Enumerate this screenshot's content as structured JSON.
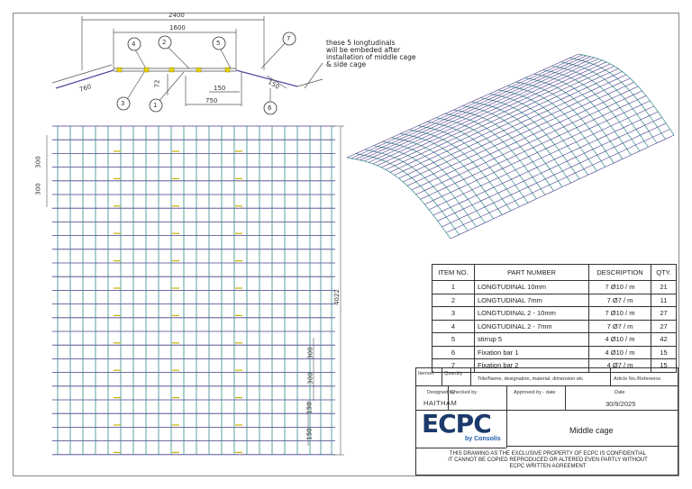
{
  "top_view": {
    "dims": {
      "overall": "2400",
      "middle": "1600",
      "left_wing": "760",
      "height": "72",
      "offset_a": "150",
      "offset_b": "750",
      "right_wing": "150"
    },
    "balloons": [
      "4",
      "2",
      "5",
      "7",
      "3",
      "1",
      "6"
    ],
    "note_lines": [
      "these 5 longtudinals",
      "will be embeded after",
      "installation of middle cage",
      "& side cage"
    ]
  },
  "front_view": {
    "dims": {
      "spacing_top_1": "300",
      "spacing_top_2": "300",
      "height_total": "4022",
      "spacing_low_1": "300",
      "spacing_low_2": "300",
      "small_1": "150",
      "small_2": "150"
    }
  },
  "bom": {
    "headers": [
      "ITEM NO.",
      "PART NUMBER",
      "DESCRIPTION",
      "QTY."
    ],
    "rows": [
      {
        "item": "1",
        "part": "LONGTUDINAL 10mm",
        "desc": "7 Ø10 / m",
        "qty": "21"
      },
      {
        "item": "2",
        "part": "LONGTUDINAL 7mm",
        "desc": "7 Ø7 / m",
        "qty": "11"
      },
      {
        "item": "3",
        "part": "LONGTUDINAL 2 - 10mm",
        "desc": "7 Ø10 / m",
        "qty": "27"
      },
      {
        "item": "4",
        "part": "LONGTUDINAL 2 - 7mm",
        "desc": "7 Ø7 / m",
        "qty": "27"
      },
      {
        "item": "5",
        "part": "stirrup 5",
        "desc": "4 Ø10 / m",
        "qty": "42"
      },
      {
        "item": "6",
        "part": "Fixation bar 1",
        "desc": "4 Ø10 / m",
        "qty": "15"
      },
      {
        "item": "7",
        "part": "Fixation bar 2",
        "desc": "4 Ø7 / m",
        "qty": "15"
      }
    ]
  },
  "title_block": {
    "itemref": "Itemref",
    "quantity": "Quantity",
    "title_name": "Title/Name, designation, material, dimension etc",
    "article": "Article No./Reference",
    "designed_by_label": "Designed by",
    "designed_by": "HAITHAM",
    "checked_by_label": "Checked by",
    "approved_by_label": "Approved by - date",
    "date_label": "Date",
    "date": "30/9/2025",
    "logo_text": "ECPC",
    "logo_sub": "by Consolis",
    "drawing_title": "Middle cage",
    "confidential_1": "THIS DRAWING AS THE EXCLUSIVE PROPERTY OF ECPC IS CONFIDENTIAL",
    "confidential_2": "IT CANNOT BE COPIED REPRODUCED OR ALTERED EVEN PARTLY WITHOUT",
    "confidential_3": "ECPC WRITTEN AGREEMENT"
  },
  "colors": {
    "grid_teal": "#2e8b8b",
    "grid_purple": "#4b3a8a",
    "spacer_yellow": "#c8b400",
    "logo_blue": "#1b3a6b"
  }
}
